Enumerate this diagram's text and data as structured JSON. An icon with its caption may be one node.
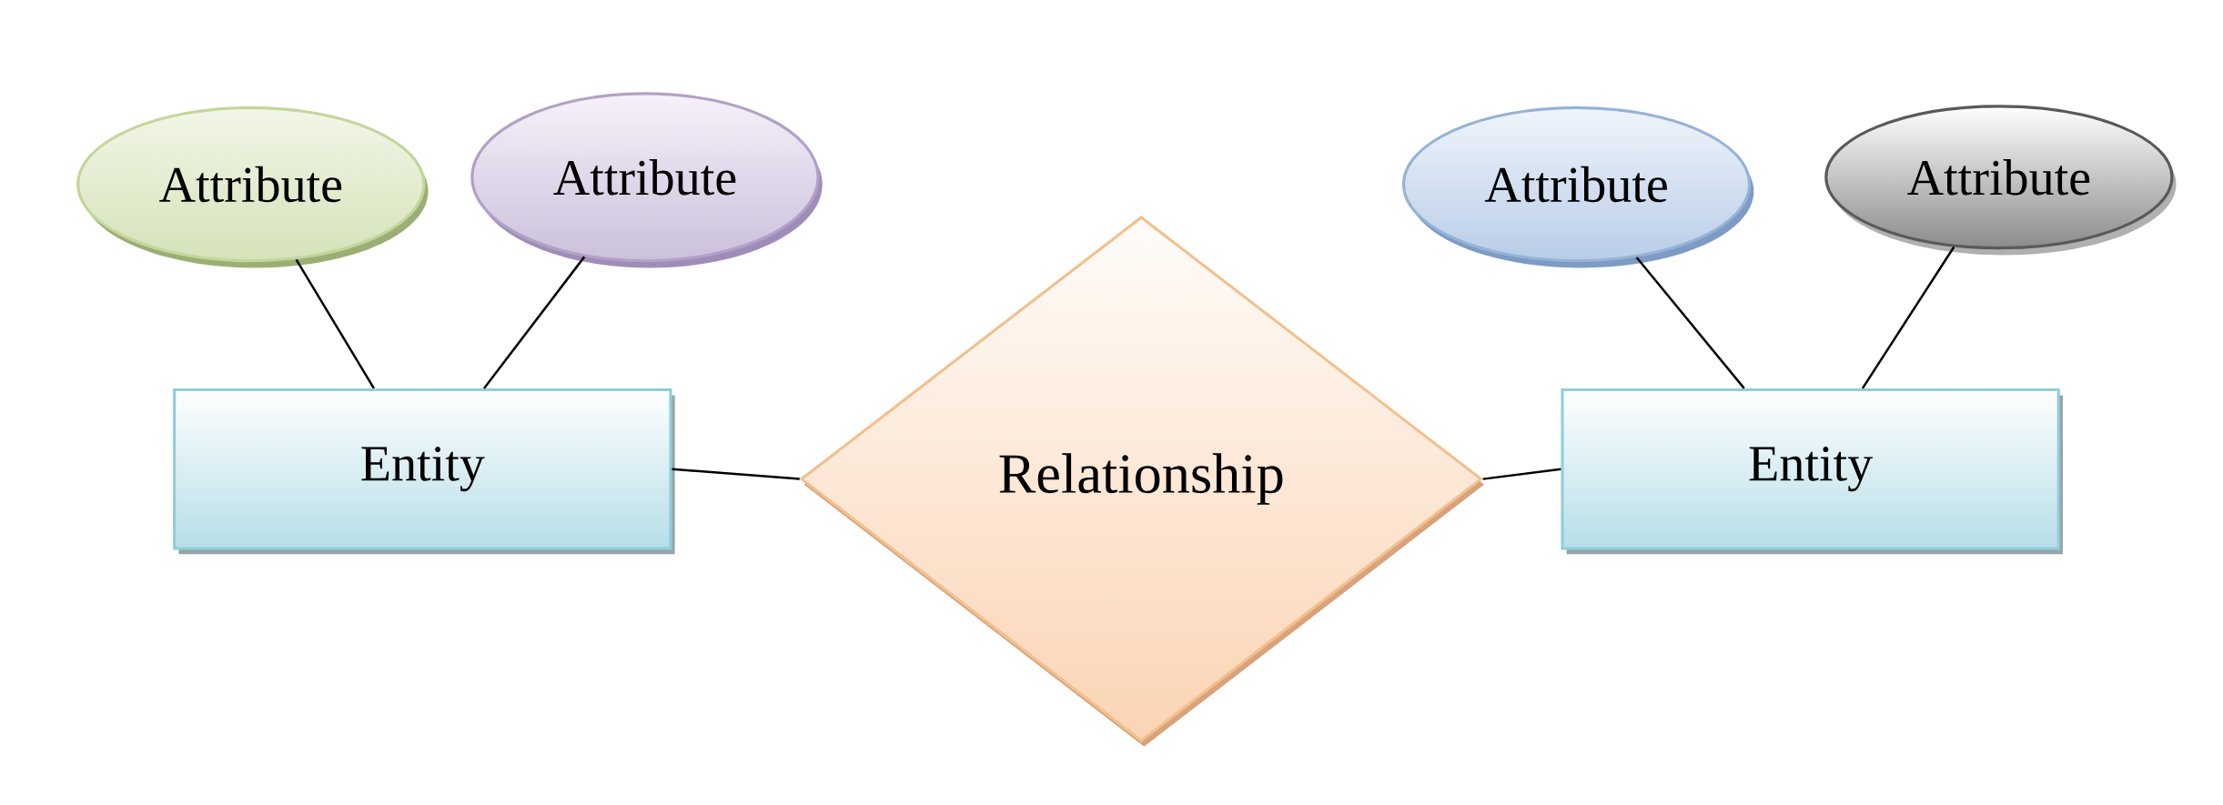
{
  "diagram": {
    "nodes": [
      {
        "text": [
          "Attribute"
        ]
      },
      {
        "text": [
          "Attribute"
        ]
      },
      {
        "text": [
          "Attribute"
        ]
      },
      {
        "text": [
          "Attribute"
        ]
      },
      {
        "text": [
          "Entity"
        ]
      },
      {
        "text": [
          "Relationship"
        ]
      },
      {
        "text": [
          "Entity"
        ]
      }
    ],
    "edges": [
      {
        "from": 0,
        "to": 4,
        "arrow": "none"
      },
      {
        "from": 1,
        "to": 4,
        "arrow": "none"
      },
      {
        "from": 2,
        "to": 6,
        "arrow": "none"
      },
      {
        "from": 3,
        "to": 6,
        "arrow": "none"
      },
      {
        "from": 4,
        "to": 5,
        "arrow": "none"
      },
      {
        "from": 5,
        "to": 6,
        "arrow": "none"
      }
    ]
  }
}
